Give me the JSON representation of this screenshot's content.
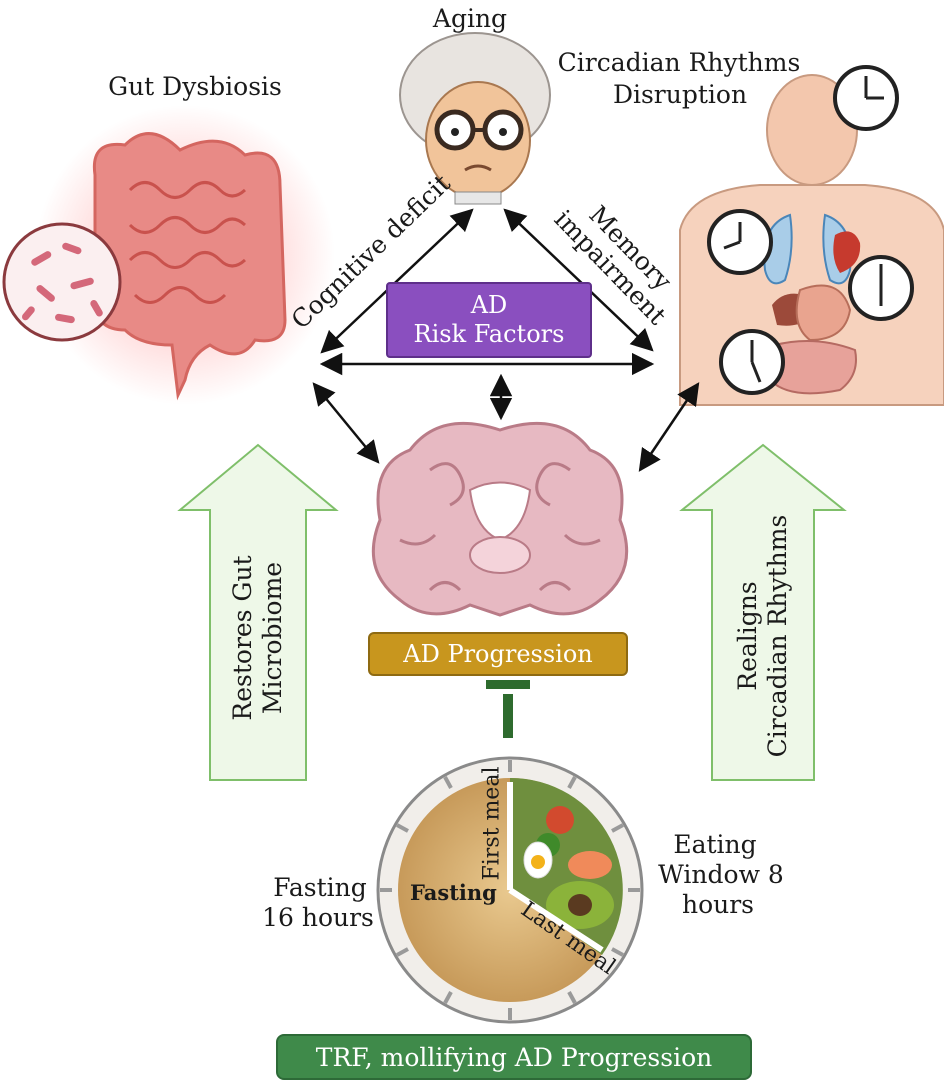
{
  "factors": {
    "aging": "Aging",
    "gut": "Gut Dysbiosis",
    "circadian_line1": "Circadian Rhythms",
    "circadian_line2": "Disruption"
  },
  "risk_box": {
    "line1": "AD",
    "line2": "Risk Factors"
  },
  "edges": {
    "cognitive": "Cognitive deficit",
    "memory_line1": "Memory",
    "memory_line2": "impairment"
  },
  "progression_label": "AD Progression",
  "left_arrow": {
    "line1": "Restores Gut",
    "line2": "Microbiome"
  },
  "right_arrow": {
    "line1": "Realigns",
    "line2": "Circadian Rhythms"
  },
  "clock": {
    "first_meal": "First meal",
    "last_meal": "Last meal",
    "fasting": "Fasting"
  },
  "fasting_side": {
    "line1": "Fasting",
    "line2": "16 hours"
  },
  "eating_side": {
    "line1": "Eating",
    "line2": "Window 8",
    "line3": "hours"
  },
  "bottom_banner": "TRF, mollifying AD Progression",
  "colors": {
    "risk_box": "#8a4fbf",
    "progression_box": "#c8961e",
    "trf_box": "#3f8a4a",
    "green_arrow_fill": "#eef8e8",
    "green_arrow_stroke": "#7fbf6a",
    "inhibitor": "#2e6b2e"
  }
}
